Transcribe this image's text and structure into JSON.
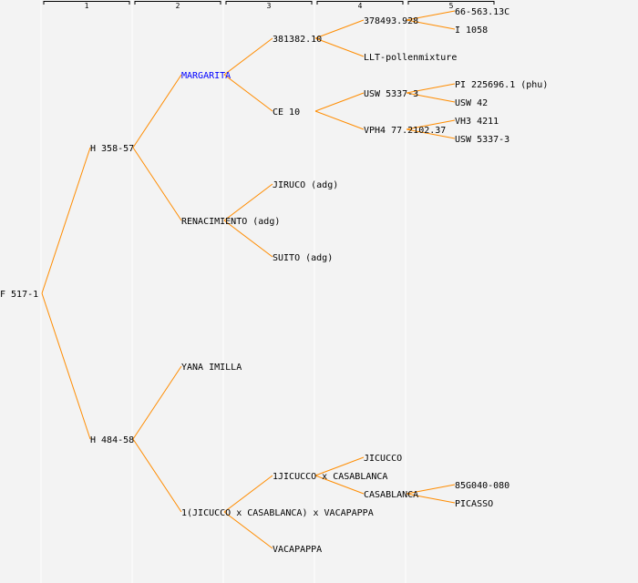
{
  "columns": [
    "1",
    "2",
    "3",
    "4",
    "5"
  ],
  "colors": {
    "background": "#f3f3f3",
    "line": "#ff8c00",
    "text": "#000000",
    "highlight": "#0000ff",
    "gridline": "#ffffff"
  },
  "tree": {
    "label": "F 517-1",
    "children": [
      {
        "label": "H 358-57",
        "children": [
          {
            "label": "MARGARITA",
            "highlight": true,
            "children": [
              {
                "label": "381382.10",
                "children": [
                  {
                    "label": "378493.928",
                    "children": [
                      {
                        "label": "66-563.13C"
                      },
                      {
                        "label": "I 1058"
                      }
                    ]
                  },
                  {
                    "label": "LLT-pollenmixture"
                  }
                ]
              },
              {
                "label": "CE 10",
                "children": [
                  {
                    "label": "USW 5337-3",
                    "children": [
                      {
                        "label": "PI 225696.1 (phu)"
                      },
                      {
                        "label": "USW 42"
                      }
                    ]
                  },
                  {
                    "label": "VPH4 77.2102.37",
                    "children": [
                      {
                        "label": "VH3 4211"
                      },
                      {
                        "label": "USW 5337-3"
                      }
                    ]
                  }
                ]
              }
            ]
          },
          {
            "label": "RENACIMIENTO (adg)",
            "children": [
              {
                "label": "JIRUCO (adg)"
              },
              {
                "label": "SUITO (adg)"
              }
            ]
          }
        ]
      },
      {
        "label": "H 484-58",
        "children": [
          {
            "label": "YANA IMILLA"
          },
          {
            "label": "1(JICUCCO x CASABLANCA) x VACAPAPPA",
            "children": [
              {
                "label": "1JICUCCO x CASABLANCA",
                "children": [
                  {
                    "label": "JICUCCO"
                  },
                  {
                    "label": "CASABLANCA",
                    "children": [
                      {
                        "label": "85G040-080"
                      },
                      {
                        "label": "PICASSO"
                      }
                    ]
                  }
                ]
              },
              {
                "label": "VACAPAPPA"
              }
            ]
          }
        ]
      }
    ]
  }
}
